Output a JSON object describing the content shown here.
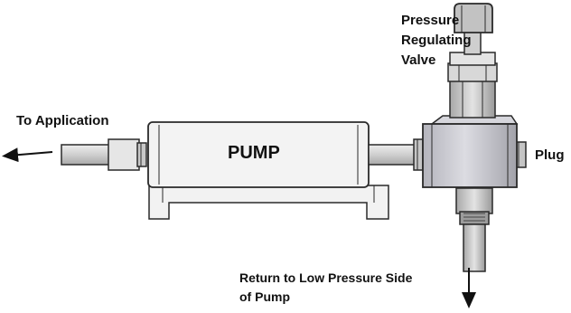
{
  "diagram": {
    "labels": {
      "valve_line1": "Pressure",
      "valve_line2": "Regulating",
      "valve_line3": "Valve",
      "to_application": "To Application",
      "pump": "PUMP",
      "plug": "Plug",
      "return_line1": "Return to Low Pressure Side",
      "return_line2": "of Pump"
    },
    "colors": {
      "outline": "#2a2a2a",
      "body_fill": "#f3f3f3",
      "valve_fill": "#c9c9cf",
      "pipe_fill": "#d9d9d9",
      "arrow": "#111111"
    }
  }
}
